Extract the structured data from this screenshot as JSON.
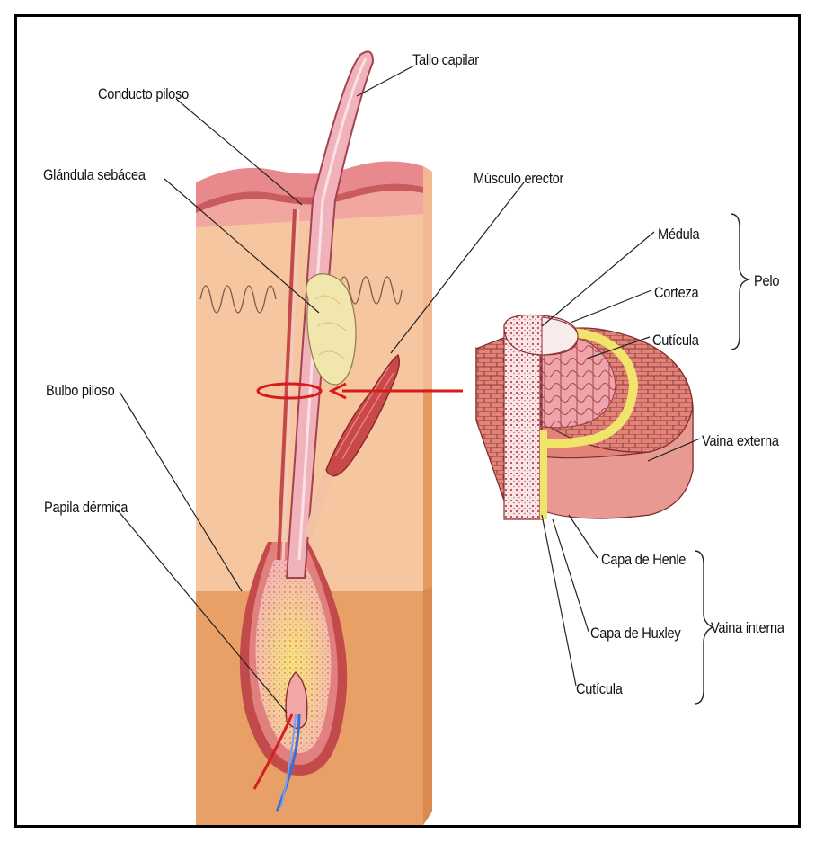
{
  "labels": {
    "tallo_capilar": "Tallo capilar",
    "conducto_piloso": "Conducto piloso",
    "glandula_sebacea": "Glándula sebácea",
    "musculo_erector": "Músculo erector",
    "medula": "Médula",
    "corteza": "Corteza",
    "cuticula_pelo": "Cutícula",
    "pelo": "Pelo",
    "bulbo_piloso": "Bulbo piloso",
    "vaina_externa": "Vaina externa",
    "papila_dermica": "Papila dérmica",
    "capa_henle": "Capa de Henle",
    "capa_huxley": "Capa de Huxley",
    "vaina_interna": "Vaina interna",
    "cuticula_vaina": "Cutícula"
  },
  "colors": {
    "epidermis": "#e8898d",
    "dermis": "#f6c6a0",
    "hypodermis": "#e9a066",
    "side_face": "#f0b183",
    "hair_shaft": "#f0b3bc",
    "gland": "#f1e6ad",
    "muscle": "#c94848",
    "arrow": "#d71a1a"
  }
}
